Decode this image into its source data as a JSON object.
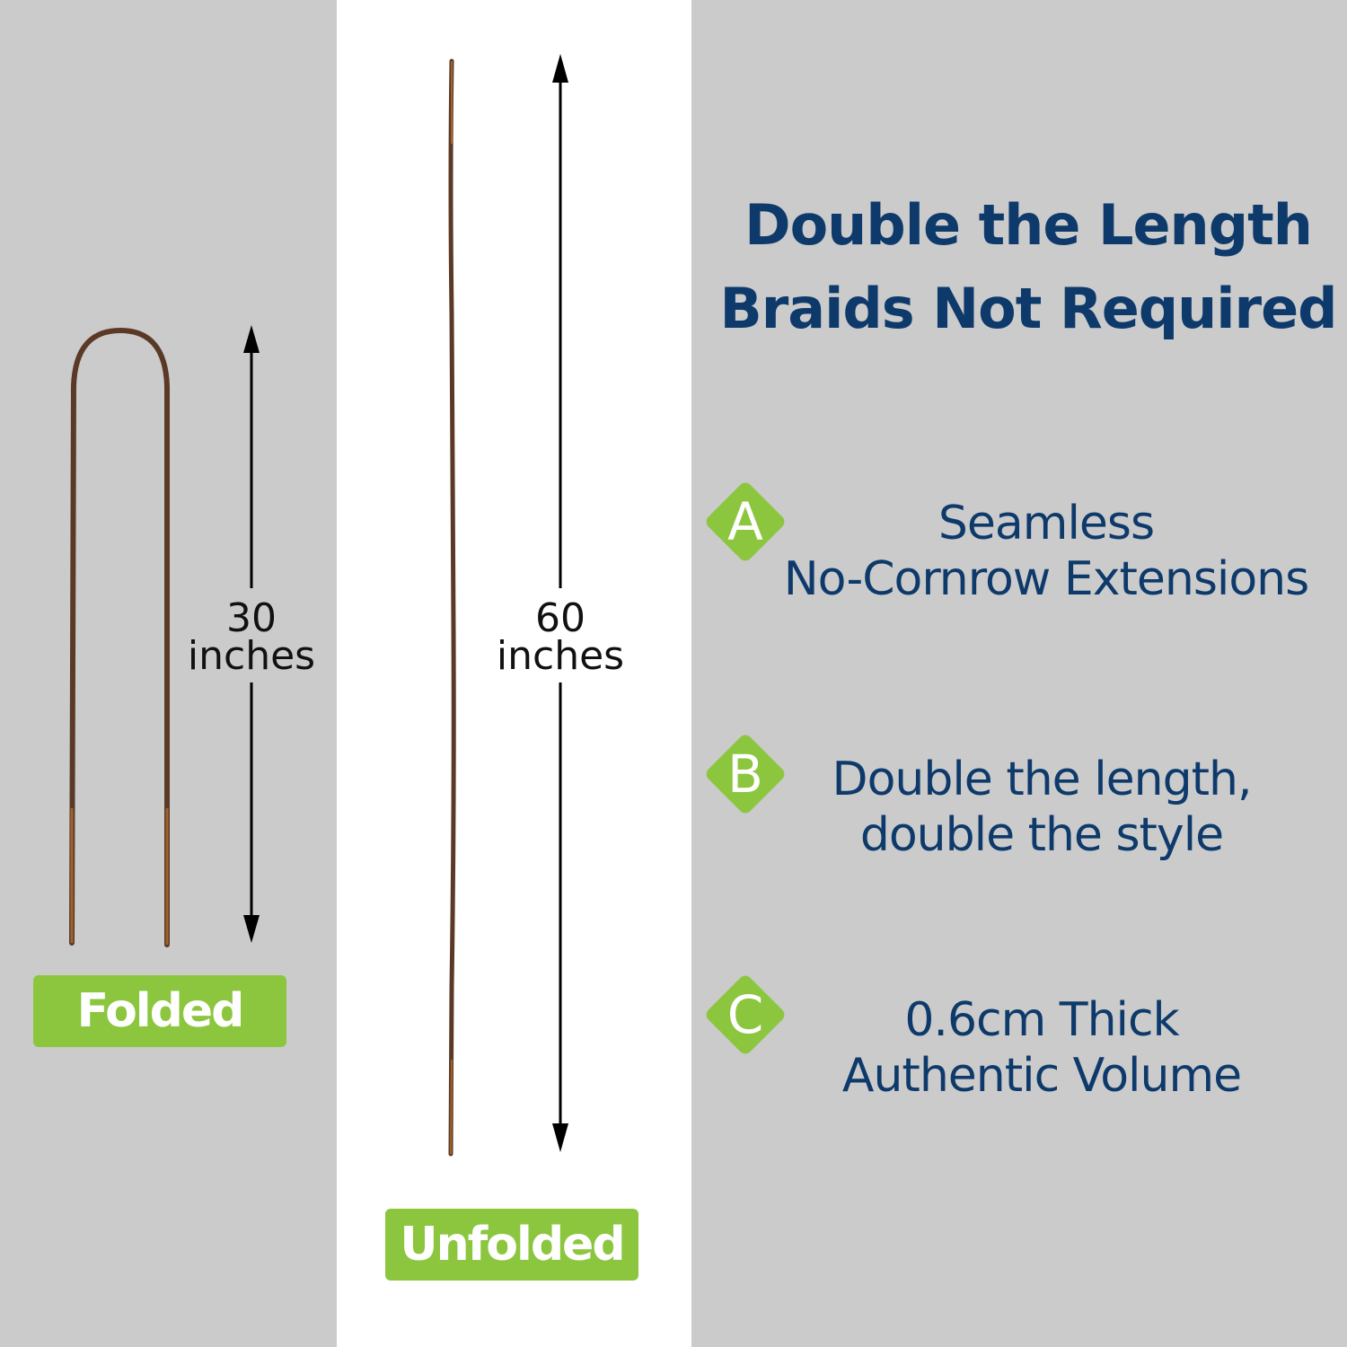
{
  "colors": {
    "background_gray": "#cbcbcb",
    "background_white": "#ffffff",
    "navy_text": "#0e3a6b",
    "green_accent": "#8cc63f",
    "braid_brown": "#5a3a26",
    "braid_tip": "#a0612e"
  },
  "folded": {
    "measure_value": "30",
    "measure_unit": "inches",
    "tag": "Folded"
  },
  "unfolded": {
    "measure_value": "60",
    "measure_unit": "inches",
    "tag": "Unfolded"
  },
  "headline": {
    "line1": "Double the Length",
    "line2": "Braids Not Required"
  },
  "features": [
    {
      "letter": "A",
      "line1": "Seamless",
      "line2": "No-Cornrow Extensions"
    },
    {
      "letter": "B",
      "line1": "Double the length,",
      "line2": "double the style"
    },
    {
      "letter": "C",
      "line1": "0.6cm Thick",
      "line2": "Authentic Volume"
    }
  ]
}
